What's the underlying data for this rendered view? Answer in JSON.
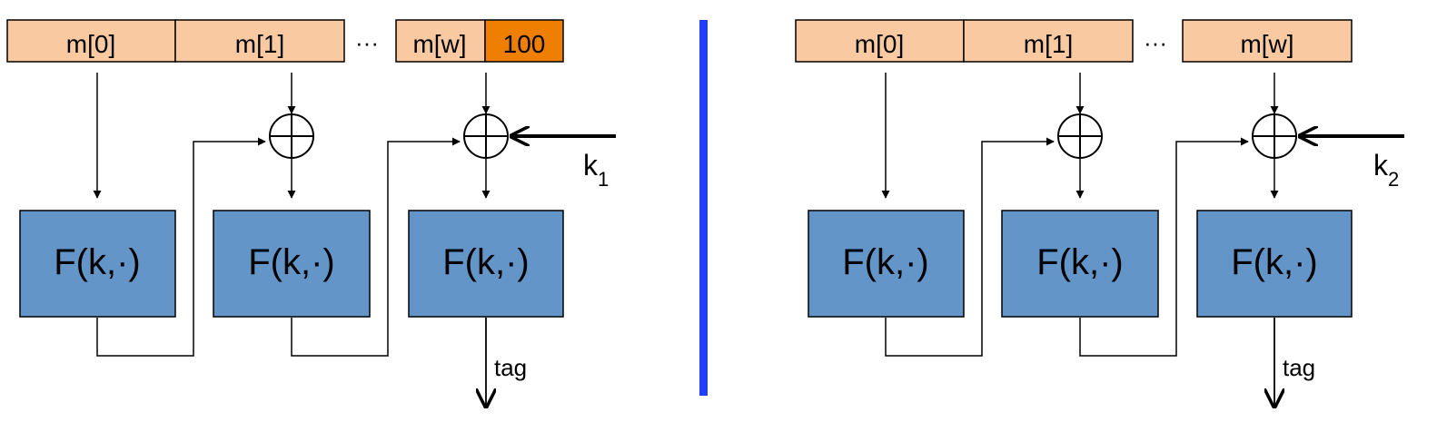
{
  "panels": [
    {
      "id": "left",
      "message_blocks": [
        "m[0]",
        "m[1]",
        "m[w]"
      ],
      "padding_label": "100",
      "ellipsis": "···",
      "xor_symbol": "⊕",
      "prf_label": "F(k,·)",
      "key_label": "k",
      "key_subscript": "1",
      "output_label": "tag"
    },
    {
      "id": "right",
      "message_blocks": [
        "m[0]",
        "m[1]",
        "m[w]"
      ],
      "ellipsis": "···",
      "xor_symbol": "⊕",
      "prf_label": "F(k,·)",
      "key_label": "k",
      "key_subscript": "2",
      "output_label": "tag"
    }
  ],
  "colors": {
    "message_fill": "#F9C9A2",
    "padding_fill": "#EE7F00",
    "prf_fill": "#6495C8",
    "divider": "#1F3FFF",
    "stroke": "#000000"
  }
}
